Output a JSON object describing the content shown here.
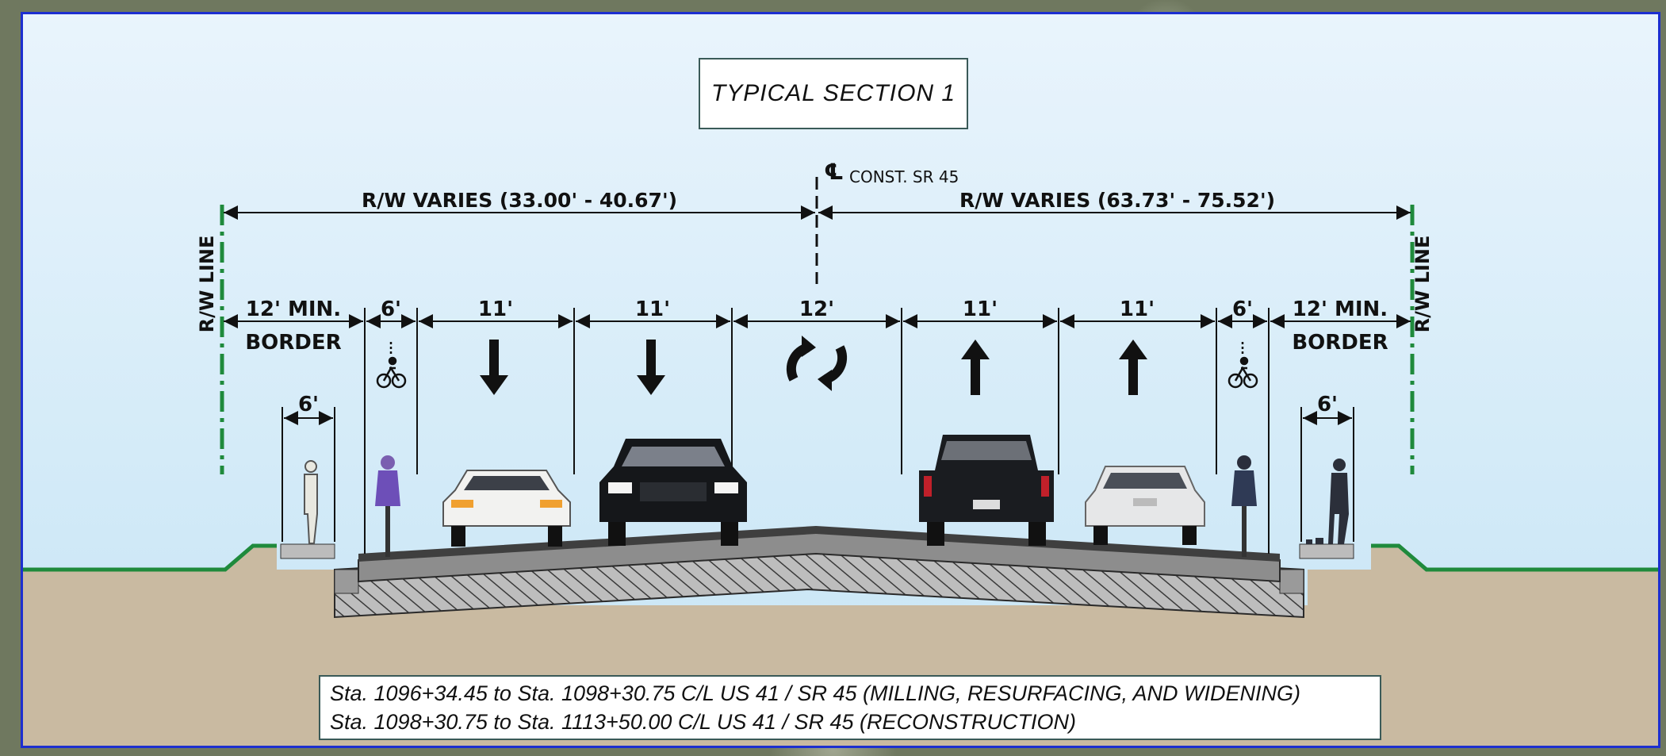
{
  "title": "TYPICAL SECTION 1",
  "centerline": {
    "symbol": "℄",
    "label": "CONST. SR 45"
  },
  "row": {
    "left_label": "R/W VARIES (33.00' - 40.67')",
    "right_label": "R/W VARIES (63.73' - 75.52')",
    "line_label_left": "R/W LINE",
    "line_label_right": "R/W LINE"
  },
  "segments": [
    {
      "width_label": "12' MIN.",
      "sub_label": "BORDER",
      "icon": "none"
    },
    {
      "width_label": "6'",
      "sub_label": "",
      "icon": "bicycle-icon"
    },
    {
      "width_label": "11'",
      "sub_label": "",
      "icon": "arrow-down-icon"
    },
    {
      "width_label": "11'",
      "sub_label": "",
      "icon": "arrow-down-icon"
    },
    {
      "width_label": "12'",
      "sub_label": "",
      "icon": "two-way-turn-icon"
    },
    {
      "width_label": "11'",
      "sub_label": "",
      "icon": "arrow-up-icon"
    },
    {
      "width_label": "11'",
      "sub_label": "",
      "icon": "arrow-up-icon"
    },
    {
      "width_label": "6'",
      "sub_label": "",
      "icon": "bicycle-icon"
    },
    {
      "width_label": "12' MIN.",
      "sub_label": "BORDER",
      "icon": "none"
    }
  ],
  "sidewalk_left": "6'",
  "sidewalk_right": "6'",
  "notes": [
    "Sta. 1096+34.45 to Sta. 1098+30.75 C/L US 41 / SR 45 (MILLING, RESURFACING, AND WIDENING)",
    "Sta. 1098+30.75 to Sta. 1113+50.00 C/L US 41 / SR 45 (RECONSTRUCTION)"
  ],
  "colors": {
    "frame": "#1d2fd0",
    "grass": "#1f8a3c",
    "soil": "#c9baa1",
    "pavement": "#3f3f3f",
    "sky": "#d4ebf8"
  }
}
